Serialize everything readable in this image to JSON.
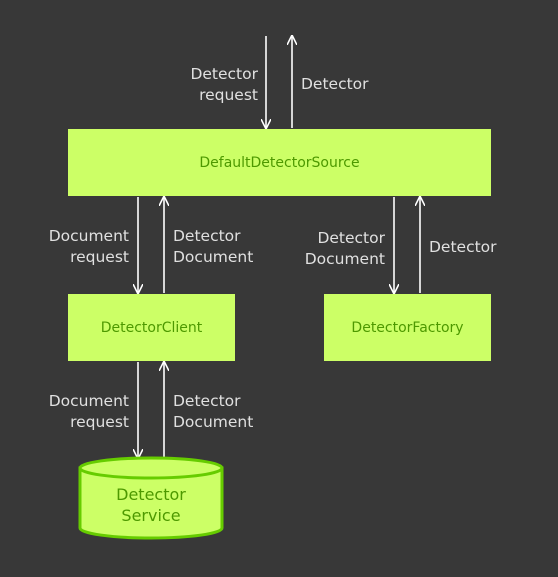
{
  "colors": {
    "background": "#383838",
    "box_fill": "#ccff66",
    "box_text": "#4d9900",
    "cylinder_stroke": "#66cc00",
    "arrow": "#ffffff",
    "label_text": "#e0e0e0"
  },
  "nodes": {
    "default_source": "DefaultDetectorSource",
    "client": "DetectorClient",
    "factory": "DetectorFactory",
    "service": {
      "line1": "Detector",
      "line2": "Service"
    }
  },
  "edges": {
    "top_in": {
      "line1": "Detector",
      "line2": "request"
    },
    "top_out": {
      "line1": "Detector"
    },
    "source_to_client": {
      "line1": "Document",
      "line2": "request"
    },
    "client_to_source": {
      "line1": "Detector",
      "line2": "Document"
    },
    "source_to_factory": {
      "line1": "Detector",
      "line2": "Document"
    },
    "factory_to_source": {
      "line1": "Detector"
    },
    "client_to_service": {
      "line1": "Document",
      "line2": "request"
    },
    "service_to_client": {
      "line1": "Detector",
      "line2": "Document"
    }
  }
}
